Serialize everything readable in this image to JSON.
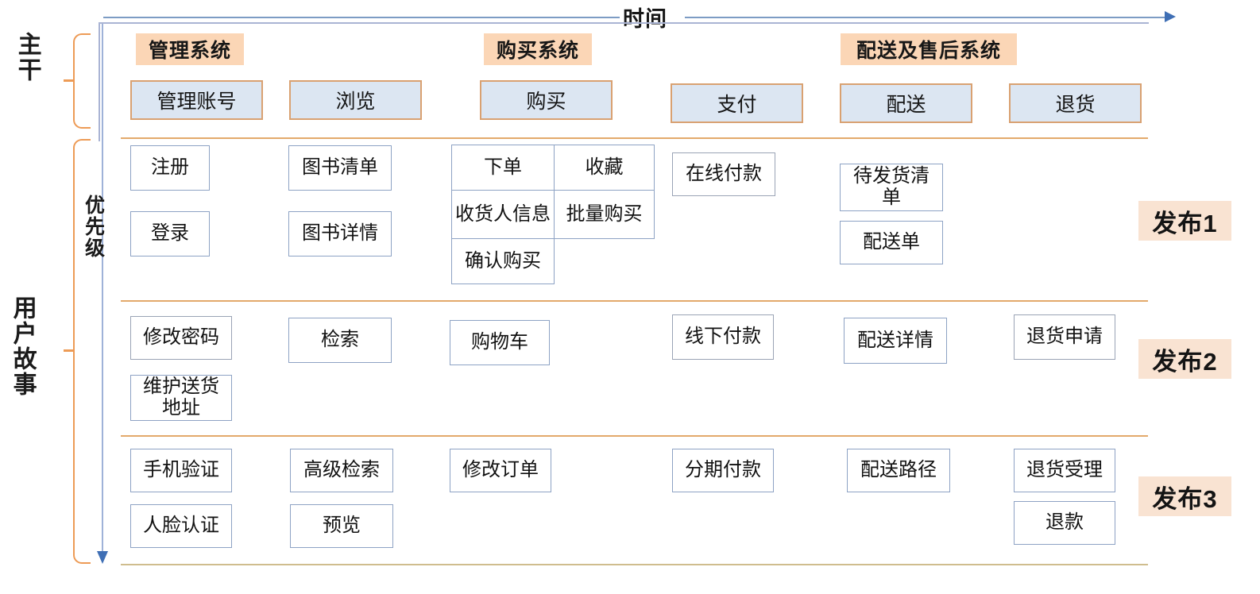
{
  "axes": {
    "time_label": "时间",
    "priority_label": "优先级",
    "backbone_label": "主干",
    "userstory_label": "用户故事"
  },
  "systems": [
    {
      "name": "管理系统"
    },
    {
      "name": "购买系统"
    },
    {
      "name": "配送及售后系统"
    }
  ],
  "backbone": [
    {
      "label": "管理账号"
    },
    {
      "label": "浏览"
    },
    {
      "label": "购买"
    },
    {
      "label": "支付"
    },
    {
      "label": "配送"
    },
    {
      "label": "退货"
    }
  ],
  "releases": [
    {
      "badge": "发布1",
      "stories": [
        {
          "label": "注册"
        },
        {
          "label": "登录"
        },
        {
          "label": "图书清单"
        },
        {
          "label": "图书详情"
        },
        {
          "label": "在线付款"
        },
        {
          "label": "待发货清单"
        },
        {
          "label": "配送单"
        }
      ],
      "purchase_grid": [
        {
          "label": "下单"
        },
        {
          "label": "收货人信息"
        },
        {
          "label": "确认购买"
        },
        {
          "label": "收藏"
        },
        {
          "label": "批量购买"
        }
      ]
    },
    {
      "badge": "发布2",
      "stories": [
        {
          "label": "修改密码"
        },
        {
          "label": "维护送货地址"
        },
        {
          "label": "检索"
        },
        {
          "label": "购物车"
        },
        {
          "label": "线下付款"
        },
        {
          "label": "配送详情"
        },
        {
          "label": "退货申请"
        }
      ]
    },
    {
      "badge": "发布3",
      "stories": [
        {
          "label": "手机验证"
        },
        {
          "label": "人脸认证"
        },
        {
          "label": "高级检索"
        },
        {
          "label": "预览"
        },
        {
          "label": "修改订单"
        },
        {
          "label": "分期付款"
        },
        {
          "label": "配送路径"
        },
        {
          "label": "退货受理"
        },
        {
          "label": "退款"
        }
      ]
    }
  ],
  "colors": {
    "system_chip": "#fbd6b6",
    "backbone_fill": "#dce6f2",
    "backbone_border": "#d9a171",
    "story_border": "#8da2c4",
    "badge_bg": "#f9e3d2",
    "divider_orange": "#e3a96b",
    "divider_beige": "#cfbd8e",
    "axis_blue": "#7d9cc4"
  }
}
